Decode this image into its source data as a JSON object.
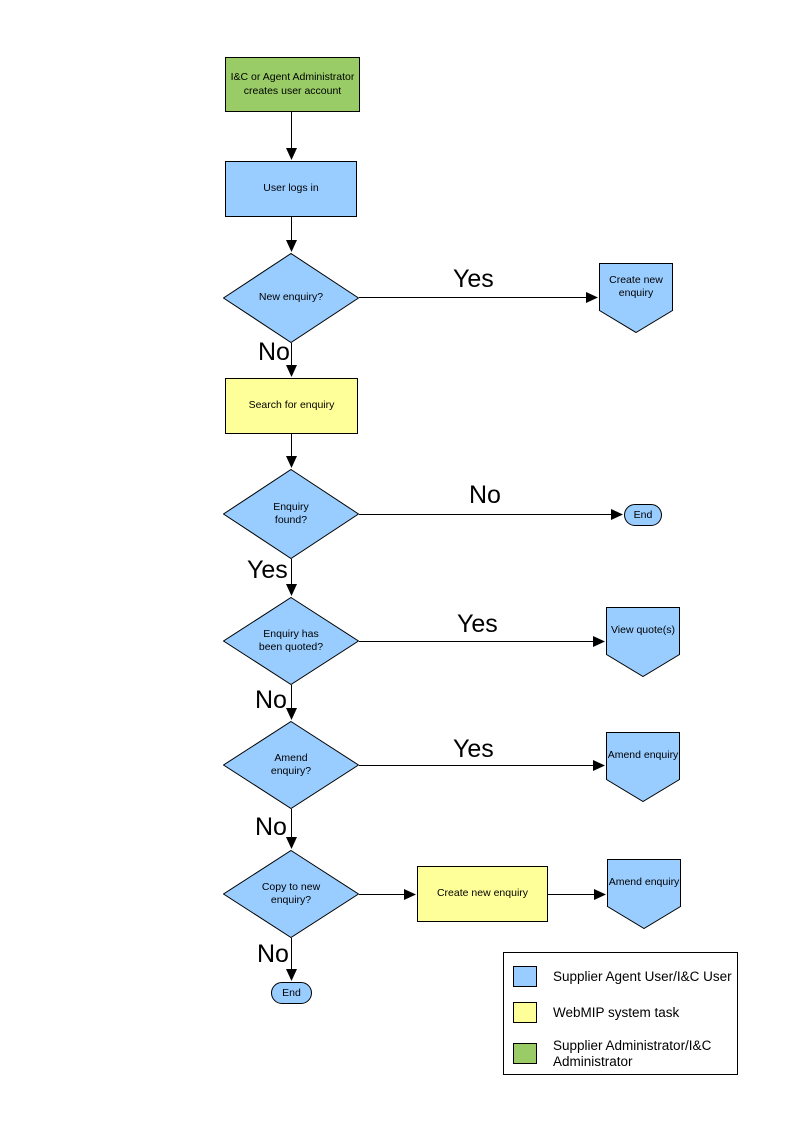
{
  "colors": {
    "user_task_fill": "#99CCFF",
    "system_task_fill": "#FFFF99",
    "admin_task_fill": "#99CC66",
    "outline": "#000000",
    "background": "#FFFFFF"
  },
  "nodes": {
    "create_account": {
      "label": "I&C or Agent Administrator\ncreates user account"
    },
    "user_logs_in": {
      "label": "User logs in"
    },
    "new_enquiry": {
      "label": "New enquiry?"
    },
    "create_new_enquiry_connector": {
      "label": "Create new\nenquiry"
    },
    "search_for_enquiry": {
      "label": "Search for enquiry"
    },
    "enquiry_found": {
      "label": "Enquiry\nfound?"
    },
    "end_1": {
      "label": "End"
    },
    "enquiry_quoted": {
      "label": "Enquiry has\nbeen quoted?"
    },
    "view_quotes": {
      "label": "View quote(s)"
    },
    "amend_enquiry_decision": {
      "label": "Amend\nenquiry?"
    },
    "amend_enquiry_1": {
      "label": "Amend enquiry"
    },
    "copy_to_new": {
      "label": "Copy to new\nenquiry?"
    },
    "create_new_enquiry_task": {
      "label": "Create new enquiry"
    },
    "amend_enquiry_2": {
      "label": "Amend enquiry"
    },
    "end_2": {
      "label": "End"
    }
  },
  "edge_labels": {
    "new_enquiry_yes": "Yes",
    "new_enquiry_no": "No",
    "enquiry_found_no": "No",
    "enquiry_found_yes": "Yes",
    "enquiry_quoted_yes": "Yes",
    "enquiry_quoted_no": "No",
    "amend_enquiry_yes": "Yes",
    "amend_enquiry_no": "No",
    "copy_to_new_no": "No"
  },
  "legend": {
    "items": [
      {
        "label": "Supplier Agent User/I&C User",
        "color": "#99CCFF"
      },
      {
        "label": "WebMIP system task",
        "color": "#FFFF99"
      },
      {
        "label": "Supplier Administrator/I&C\nAdministrator",
        "color": "#99CC66"
      }
    ]
  }
}
